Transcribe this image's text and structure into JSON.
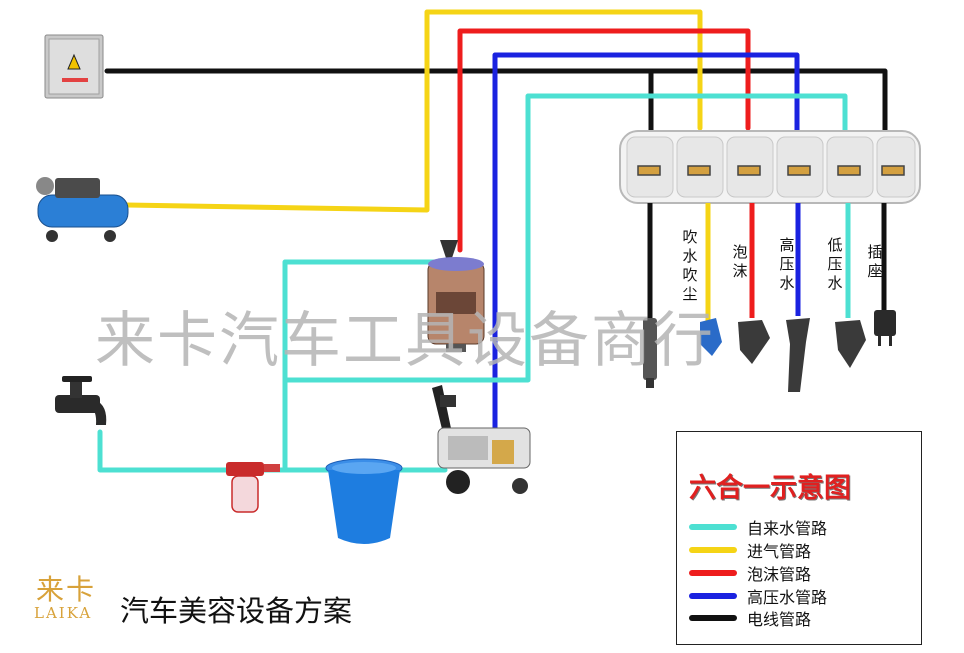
{
  "watermark": "来卡汽车工具设备商行",
  "labels": {
    "blow_dust": "吹水吹尘",
    "foam": "泡沫",
    "high_pressure": "高压水",
    "low_pressure": "低压水",
    "socket": "插座"
  },
  "legend": {
    "title": "六合一示意图",
    "items": [
      {
        "label": "自来水管路",
        "color": "#4de0d2"
      },
      {
        "label": "进气管路",
        "color": "#f5d416"
      },
      {
        "label": "泡沫管路",
        "color": "#ee1d1d"
      },
      {
        "label": "高压水管路",
        "color": "#1a22e0"
      },
      {
        "label": "电线管路",
        "color": "#111111"
      }
    ]
  },
  "logo": {
    "cn": "来卡",
    "en": "LAIKA"
  },
  "footer_title": "汽车美容设备方案",
  "colors": {
    "water": "#4de0d2",
    "air": "#f5d416",
    "foam": "#ee1d1d",
    "high_pressure": "#1a22e0",
    "electric": "#111111"
  },
  "icons": [
    "electric-box-icon",
    "air-compressor-icon",
    "faucet-icon",
    "water-filter-icon",
    "bucket-icon",
    "foam-tank-icon",
    "pressure-washer-icon",
    "manifold-icon",
    "spray-gun-icon",
    "plug-icon"
  ]
}
